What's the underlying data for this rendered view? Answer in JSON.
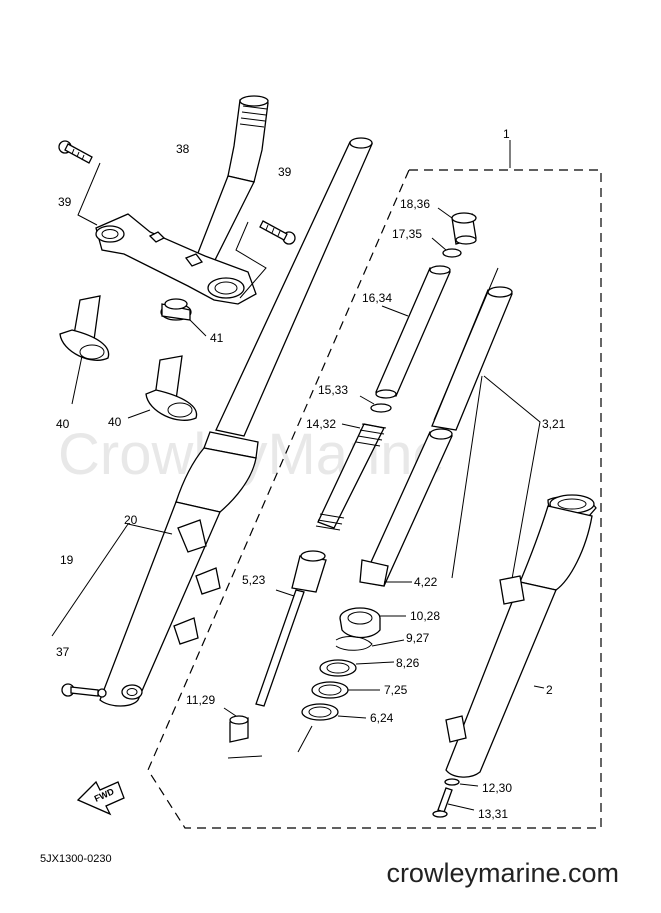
{
  "watermark": "CrowleyMarine",
  "site": "crowleymarine.com",
  "drawing_code": "5JX1300-0230",
  "fwd_label": "FWD",
  "labels": {
    "p1": "1",
    "p2": "2",
    "p3_21": "3,21",
    "p4_22": "4,22",
    "p5_23": "5,23",
    "p6_24": "6,24",
    "p7_25": "7,25",
    "p8_26": "8,26",
    "p9_27": "9,27",
    "p10_28": "10,28",
    "p11_29": "11,29",
    "p12_30": "12,30",
    "p13_31": "13,31",
    "p14_32": "14,32",
    "p15_33": "15,33",
    "p16_34": "16,34",
    "p17_35": "17,35",
    "p18_36": "18,36",
    "p19": "19",
    "p20": "20",
    "p37": "37",
    "p38": "38",
    "p39a": "39",
    "p39b": "39",
    "p40a": "40",
    "p40b": "40",
    "p41": "41"
  }
}
